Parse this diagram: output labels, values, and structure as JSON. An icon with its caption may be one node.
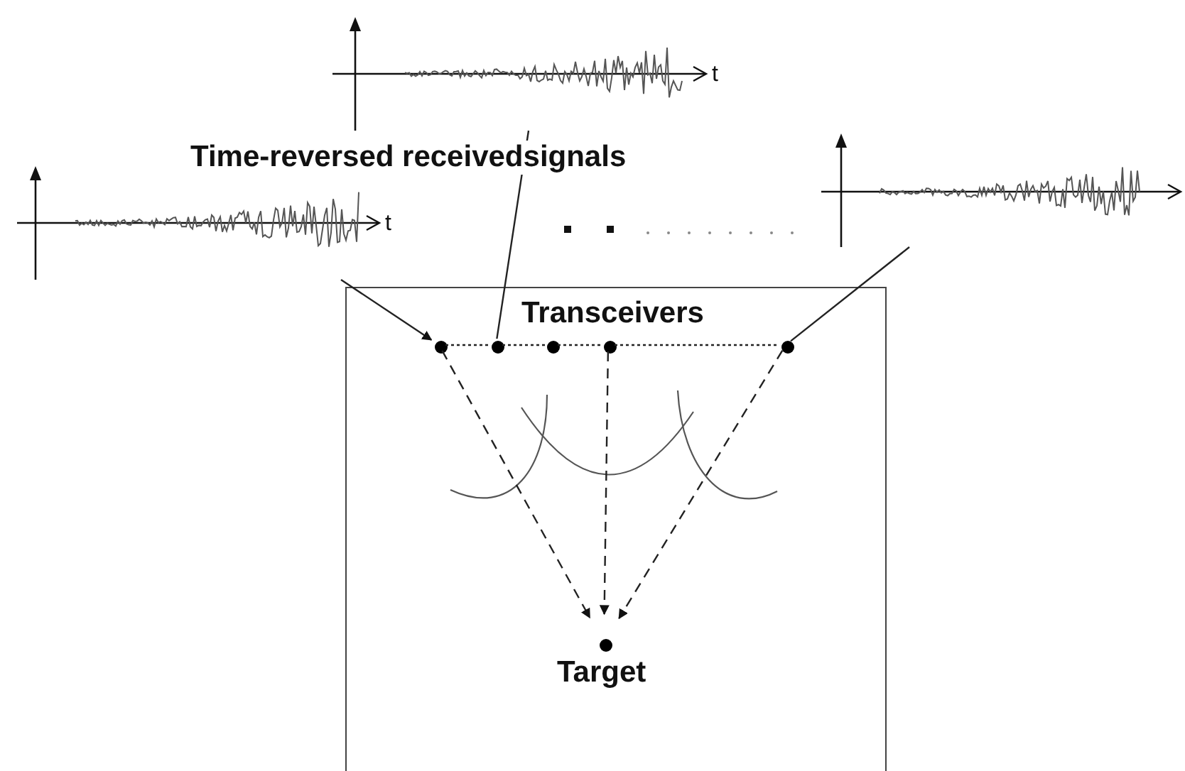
{
  "diagram": {
    "nodes": [
      {
        "text": [],
        "shape": "picture",
        "beside": [
          "t"
        ]
      },
      {
        "text": [],
        "shape": "picture",
        "beside": [
          "t"
        ]
      },
      {
        "text": [],
        "shape": "picture"
      },
      {
        "text": [],
        "shape": "box"
      },
      {
        "text": [],
        "shape": "circle",
        "in": 3
      },
      {
        "text": [],
        "shape": "circle",
        "in": 3
      },
      {
        "text": [],
        "shape": "circle",
        "in": 3
      },
      {
        "text": [],
        "shape": "circle",
        "in": 3
      },
      {
        "text": [],
        "shape": "circle",
        "in": 3
      },
      {
        "text": [],
        "shape": "circle",
        "in": 3,
        "beside": [
          "Target"
        ]
      }
    ],
    "edges": [
      {
        "from": 1,
        "to": 4,
        "arrow": "to"
      },
      {
        "from": 0,
        "to": 5,
        "arrow": "none"
      },
      {
        "from": 2,
        "to": 8,
        "arrow": "none"
      },
      {
        "from": 4,
        "to": 5,
        "arrow": "none",
        "style": "dashed"
      },
      {
        "from": 5,
        "to": 6,
        "arrow": "none",
        "style": "dashed"
      },
      {
        "from": 6,
        "to": 7,
        "arrow": "none",
        "style": "dashed"
      },
      {
        "from": 7,
        "to": 8,
        "arrow": "none",
        "style": "dashed"
      },
      {
        "from": 4,
        "to": 9,
        "arrow": "to",
        "style": "dashed"
      },
      {
        "from": 7,
        "to": 9,
        "arrow": "to",
        "style": "dashed"
      },
      {
        "from": 8,
        "to": 9,
        "arrow": "to",
        "style": "dashed"
      }
    ],
    "labels": [
      "Time-reversed receivedsignals",
      "Transceivers"
    ]
  }
}
